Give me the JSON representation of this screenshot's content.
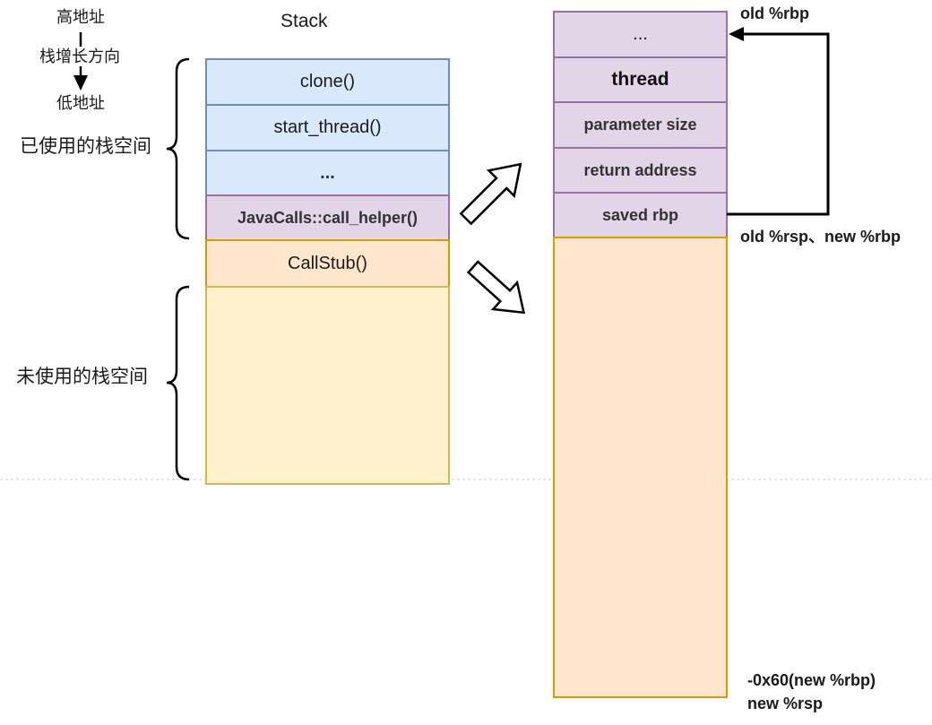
{
  "address_axis": {
    "high": "高地址",
    "direction": "栈增长方向",
    "low": "低地址"
  },
  "stack_title": "Stack",
  "used_label": "已使用的栈空间",
  "unused_label": "未使用的栈空间",
  "left_stack": {
    "frames": [
      {
        "label": "clone()"
      },
      {
        "label": "start_thread()"
      },
      {
        "label": "..."
      },
      {
        "label": "JavaCalls::call_helper()"
      },
      {
        "label": "CallStub()"
      }
    ]
  },
  "right_stack": {
    "frames": [
      {
        "label": "..."
      },
      {
        "label": "thread"
      },
      {
        "label": "parameter size"
      },
      {
        "label": "return address"
      },
      {
        "label": "saved rbp"
      }
    ]
  },
  "annotations": {
    "old_rbp": "old %rbp",
    "old_rsp_new_rbp": "old %rsp、new %rbp",
    "new_rbp_offset": "-0x60(new %rbp)",
    "new_rsp": "new %rsp"
  },
  "colors": {
    "blue_fill": "#dae8fc",
    "blue_border": "#6c8ebf",
    "purple_fill": "#e1d5e7",
    "purple_border": "#9673a6",
    "orange_fill": "#ffe6cc",
    "orange_border": "#d79b00",
    "yellow_fill": "#fff2cc",
    "yellow_border": "#d6b656",
    "line": "#000000",
    "guide": "#cccccc"
  }
}
